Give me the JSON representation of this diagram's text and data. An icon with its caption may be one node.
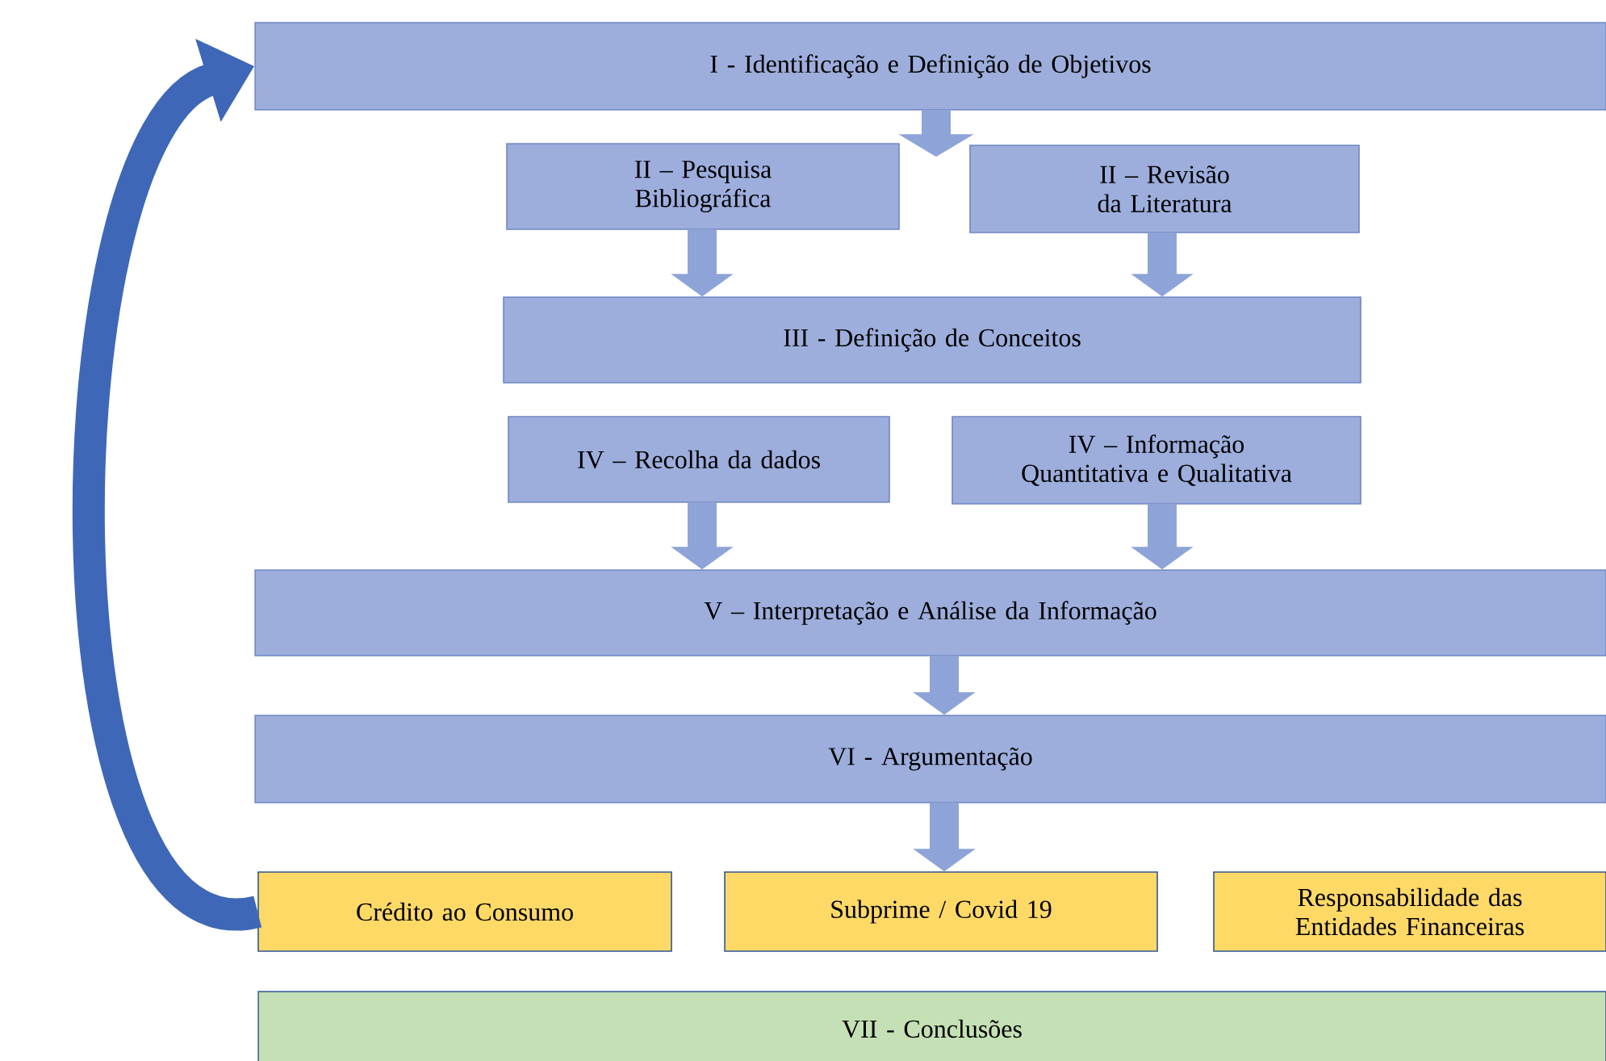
{
  "diagram": {
    "nodes": [
      {
        "text": [
          "I - Identificação e Definição de Objetivos"
        ]
      },
      {
        "text": [
          "II – Pesquisa Bibliográfica"
        ]
      },
      {
        "text": [
          "II – Revisão da Literatura"
        ]
      },
      {
        "text": [
          "III - Definição de Conceitos"
        ]
      },
      {
        "text": [
          "IV – Recolha da dados"
        ]
      },
      {
        "text": [
          "IV – Informação Quantitativa e Qualitativa"
        ]
      },
      {
        "text": [
          "V – Interpretação e Análise da Informação"
        ]
      },
      {
        "text": [
          "VI - Argumentação"
        ]
      },
      {
        "text": [
          "Crédito ao Consumo"
        ]
      },
      {
        "text": [
          "Subprime / Covid 19"
        ]
      },
      {
        "text": [
          "Responsabilidade das Entidades Financeiras"
        ]
      },
      {
        "text": [
          "VII - Conclusões"
        ]
      }
    ],
    "edges": [
      {
        "from": 0,
        "to": 1,
        "arrow": "to"
      },
      {
        "from": 0,
        "to": 2,
        "arrow": "to"
      },
      {
        "from": 1,
        "to": 3,
        "arrow": "to"
      },
      {
        "from": 2,
        "to": 3,
        "arrow": "to"
      },
      {
        "from": 4,
        "to": 6,
        "arrow": "to"
      },
      {
        "from": 5,
        "to": 6,
        "arrow": "to"
      },
      {
        "from": 6,
        "to": 7,
        "arrow": "to"
      },
      {
        "from": 7,
        "to": 9,
        "arrow": "to"
      },
      {
        "from": 8,
        "to": 0,
        "arrow": "to",
        "color": "#3f67b8"
      }
    ]
  }
}
